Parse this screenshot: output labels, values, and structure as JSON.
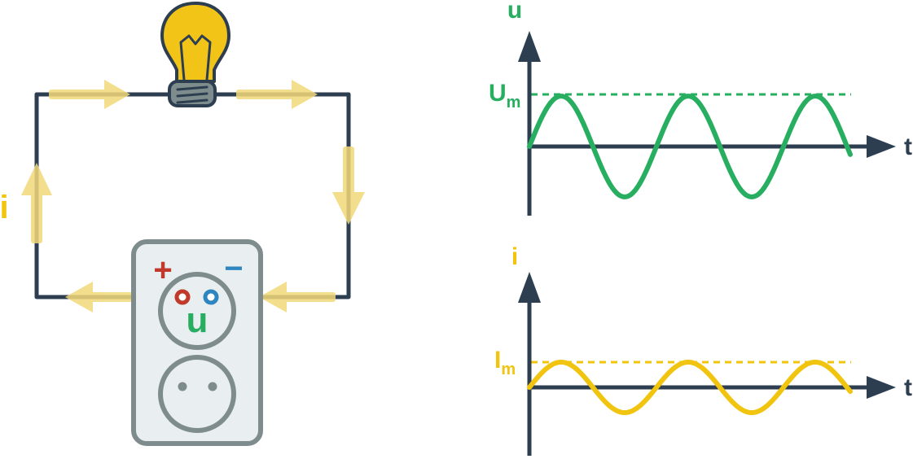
{
  "circuit": {
    "current_label": "i",
    "source_voltage_label": "u",
    "plus_label": "+",
    "minus_label": "−"
  },
  "voltage_graph": {
    "y_label": "u",
    "x_label": "t",
    "amp_label_main": "U",
    "amp_label_sub": "m"
  },
  "current_graph": {
    "y_label": "i",
    "x_label": "t",
    "amp_label_main": "I",
    "amp_label_sub": "m"
  },
  "colors": {
    "wire": "#2c3e50",
    "arrow": "#f2d97a",
    "bulb_glass": "#f2c418",
    "voltage": "#27ae60",
    "current": "#f1c40f",
    "plus": "#c0392b",
    "minus": "#2e86c1",
    "socket_body": "#e9eef0",
    "socket_border": "#7f8c8d"
  }
}
